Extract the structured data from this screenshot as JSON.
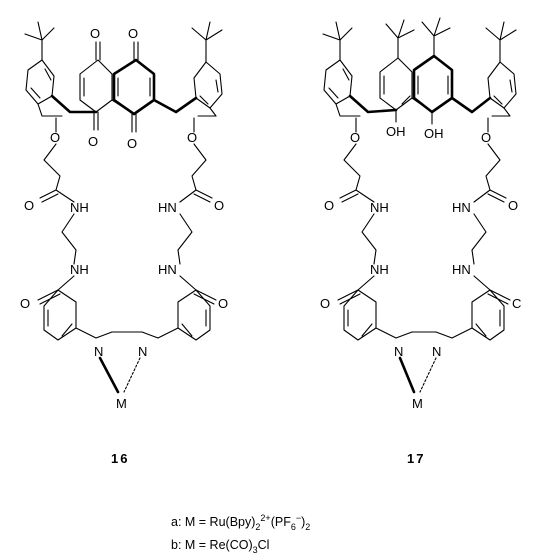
{
  "compounds": [
    {
      "id": "16",
      "atoms": {
        "o_upper_1": "O",
        "o_upper_2": "O",
        "o_lower_1": "O",
        "o_lower_2": "O",
        "o_ether_left": "O",
        "o_ether_right": "O",
        "o_amide_left": "O",
        "o_amide_right": "O",
        "nh_1": "NH",
        "nh_2": "HN",
        "nh_3": "NH",
        "nh_4": "HN",
        "o_bpy_left": "O",
        "o_bpy_right": "O",
        "n_left": "N",
        "n_right": "N",
        "metal": "M"
      }
    },
    {
      "id": "17",
      "atoms": {
        "oh_1": "OH",
        "oh_2": "OH",
        "o_ether_left": "O",
        "o_ether_right": "O",
        "o_amide_left": "O",
        "o_amide_right": "O",
        "nh_1": "NH",
        "nh_2": "HN",
        "nh_3": "NH",
        "nh_4": "HN",
        "o_bpy_left": "O",
        "o_bpy_right": "C",
        "n_left": "N",
        "n_right": "N",
        "metal": "M"
      }
    }
  ],
  "legend": {
    "a": {
      "prefix": "a: M = Ru(Bpy)",
      "sub1": "2",
      "sup1": "2+",
      "mid": "(PF",
      "sub2": "6",
      "sup2": "−",
      "end": ")",
      "sub3": "2"
    },
    "b": {
      "prefix": "b: M = Re(CO)",
      "sub1": "3",
      "end": "Cl"
    }
  }
}
